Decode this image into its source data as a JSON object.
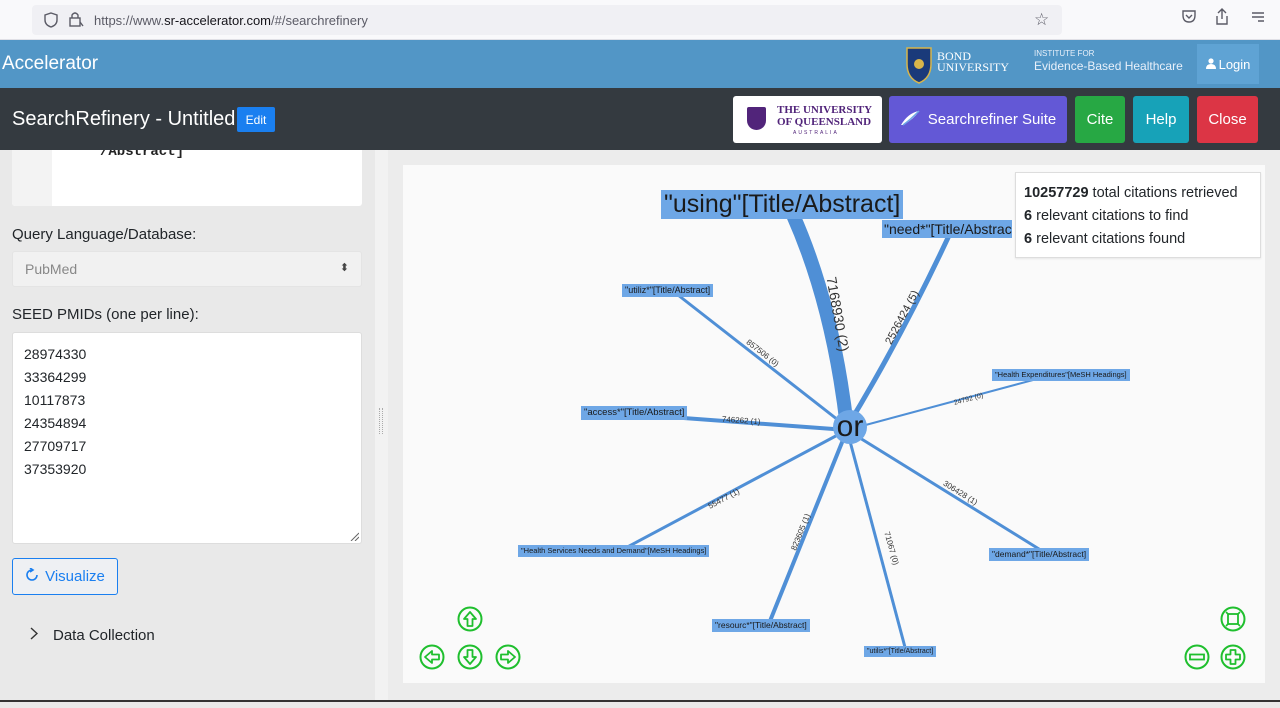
{
  "browser": {
    "url_prefix": "https://www.",
    "url_domain": "sr-accelerator.com",
    "url_path": "/#/searchrefinery"
  },
  "header": {
    "title": "Accelerator",
    "bond_line1": "BOND",
    "bond_line2": "UNIVERSITY",
    "ebhc_line1": "INSTITUTE FOR",
    "ebhc_line2": "Evidence-Based Healthcare",
    "login_label": "Login"
  },
  "navbar": {
    "app_title": "SearchRefinery - Untitled",
    "edit_label": "Edit",
    "uq_line1": "THE UNIVERSITY",
    "uq_line2": "OF QUEENSLAND",
    "uq_line3": "AUSTRALIA",
    "suite_label": "Searchrefiner Suite",
    "cite_label": "Cite",
    "help_label": "Help",
    "close_label": "Close"
  },
  "sidebar": {
    "code_snippet": "/Abstract]",
    "query_language_label": "Query Language/Database:",
    "query_language_value": "PubMed",
    "seed_label": "SEED PMIDs (one per line):",
    "seed_pmids": [
      "28974330",
      "33364299",
      "10117873",
      "24354894",
      "27709717",
      "37353920"
    ],
    "visualize_label": "Visualize",
    "data_collection_label": "Data Collection"
  },
  "graph": {
    "center_label": "or",
    "nodes": [
      {
        "label": "\"using\"[Title/Abstract]"
      },
      {
        "label": "\"need*\"[Title/Abstract]"
      },
      {
        "label": "\"utiliz*\"[Title/Abstract]"
      },
      {
        "label": "\"access*\"[Title/Abstract]"
      },
      {
        "label": "\"Health Expenditures\"[MeSH Headings]"
      },
      {
        "label": "\"Health Services Needs and Demand\"[MeSH Headings]"
      },
      {
        "label": "\"demand*\"[Title/Abstract]"
      },
      {
        "label": "\"resourc*\"[Title/Abstract]"
      },
      {
        "label": "\"utilis*\"[Title/Abstract]"
      }
    ],
    "edges": [
      {
        "label": "7168930 (2)"
      },
      {
        "label": "2526424 (5)"
      },
      {
        "label": "857506 (0)"
      },
      {
        "label": "746262 (1)"
      },
      {
        "label": "24792 (0)"
      },
      {
        "label": "55477 (1)"
      },
      {
        "label": "306428 (1)"
      },
      {
        "label": "823605 (1)"
      },
      {
        "label": "71067 (0)"
      }
    ],
    "stats": {
      "total_citations": "10257729",
      "total_text": "total citations retrieved",
      "relevant_to_find": "6",
      "to_find_text": "relevant citations to find",
      "relevant_found": "6",
      "found_text": "relevant citations found"
    }
  },
  "colors": {
    "header_blue": "#5296c6",
    "navbar_dark": "#343a40",
    "node_blue": "#6ea7e6",
    "edge_blue": "#4f8fd6",
    "control_green": "#1fbf2e"
  }
}
